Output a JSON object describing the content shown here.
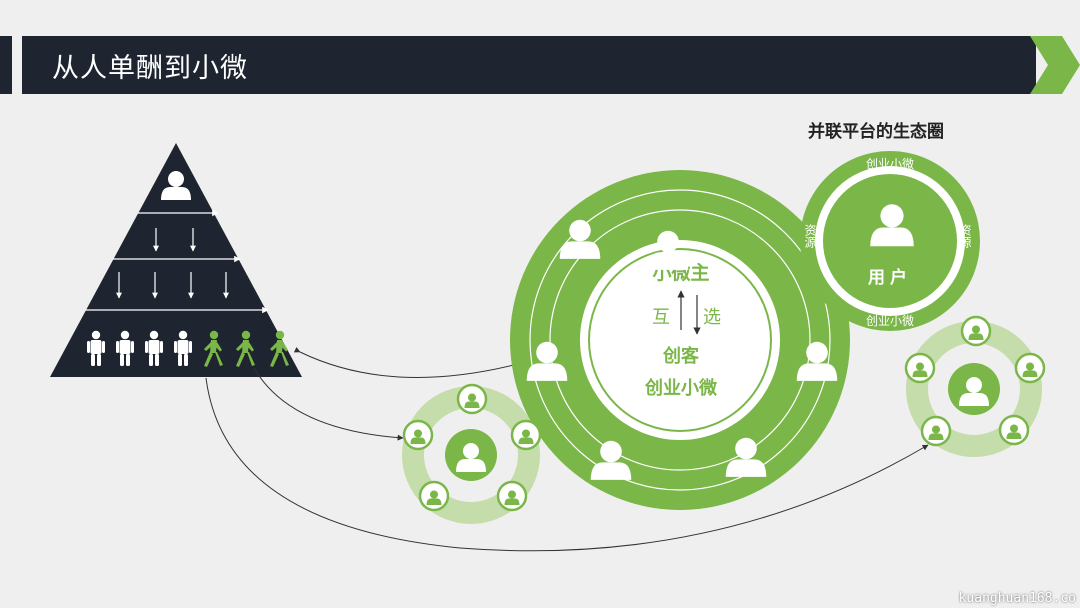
{
  "header": {
    "title": "从人单酬到小微",
    "bar_color": "#1e2530",
    "accent_color": "#7ab648"
  },
  "ecosystem_title": "并联平台的生态圈",
  "big_circle": {
    "top_label": "小微主",
    "left_label": "互",
    "right_label": "选",
    "mid_label": "创客",
    "bottom_label": "创业小微"
  },
  "user_circle": {
    "top_ring_label": "创业小微",
    "bottom_ring_label": "创业小微",
    "left_ring_label": "资源",
    "right_ring_label": "资源",
    "center_label": "用户"
  },
  "colors": {
    "green": "#7ab648",
    "light_green": "#c5dcab",
    "dark": "#1e2530"
  },
  "watermark": "kuanghuan168.co"
}
